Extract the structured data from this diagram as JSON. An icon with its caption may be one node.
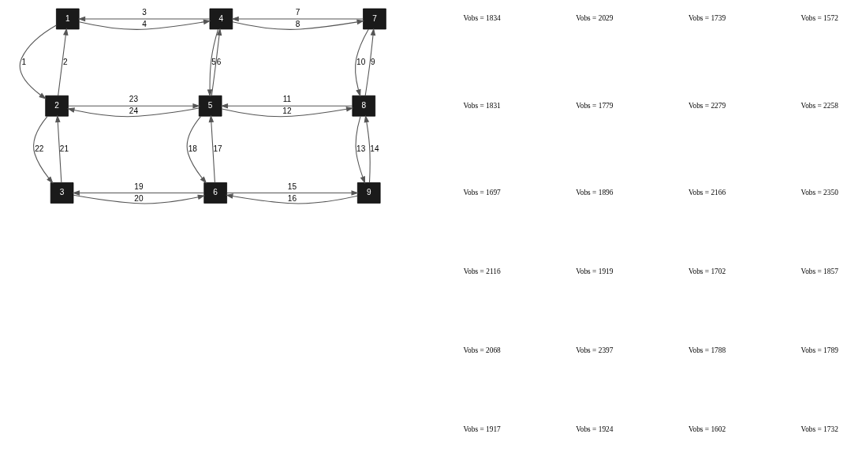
{
  "diagram": {
    "nodes": [
      {
        "text": [
          "1"
        ]
      },
      {
        "text": [
          "2"
        ]
      },
      {
        "text": [
          "3"
        ]
      },
      {
        "text": [
          "4"
        ]
      },
      {
        "text": [
          "5"
        ]
      },
      {
        "text": [
          "6"
        ]
      },
      {
        "text": [
          "7"
        ]
      },
      {
        "text": [
          "8"
        ]
      },
      {
        "text": [
          "9"
        ]
      }
    ],
    "edges": [
      {
        "from": 0,
        "to": 1,
        "arrow": "to",
        "label": "1"
      },
      {
        "from": 1,
        "to": 0,
        "arrow": "to",
        "label": "2"
      },
      {
        "from": 3,
        "to": 0,
        "arrow": "to",
        "label": "3"
      },
      {
        "from": 0,
        "to": 3,
        "arrow": "to",
        "label": "4"
      },
      {
        "from": 3,
        "to": 4,
        "arrow": "to",
        "label": "5"
      },
      {
        "from": 4,
        "to": 3,
        "arrow": "to",
        "label": "6"
      },
      {
        "from": 6,
        "to": 3,
        "arrow": "to",
        "label": "7"
      },
      {
        "from": 3,
        "to": 6,
        "arrow": "to",
        "label": "8"
      },
      {
        "from": 7,
        "to": 6,
        "arrow": "to",
        "label": "9"
      },
      {
        "from": 6,
        "to": 7,
        "arrow": "to",
        "label": "10"
      },
      {
        "from": 7,
        "to": 4,
        "arrow": "to",
        "label": "11"
      },
      {
        "from": 4,
        "to": 7,
        "arrow": "to",
        "label": "12"
      },
      {
        "from": 7,
        "to": 8,
        "arrow": "to",
        "label": "13"
      },
      {
        "from": 8,
        "to": 7,
        "arrow": "to",
        "label": "14"
      },
      {
        "from": 5,
        "to": 8,
        "arrow": "to",
        "label": "15"
      },
      {
        "from": 8,
        "to": 5,
        "arrow": "to",
        "label": "16"
      },
      {
        "from": 5,
        "to": 4,
        "arrow": "to",
        "label": "17"
      },
      {
        "from": 4,
        "to": 5,
        "arrow": "to",
        "label": "18"
      },
      {
        "from": 5,
        "to": 2,
        "arrow": "to",
        "label": "19"
      },
      {
        "from": 2,
        "to": 5,
        "arrow": "to",
        "label": "20"
      },
      {
        "from": 2,
        "to": 1,
        "arrow": "to",
        "label": "21"
      },
      {
        "from": 1,
        "to": 2,
        "arrow": "to",
        "label": "22"
      },
      {
        "from": 1,
        "to": 4,
        "arrow": "to",
        "label": "23"
      },
      {
        "from": 4,
        "to": 1,
        "arrow": "to",
        "label": "24"
      }
    ],
    "labels": [
      "Vobs = 1834",
      "Vobs = 2029",
      "Vobs = 1739",
      "Vobs = 1572",
      "Vobs = 1831",
      "Vobs = 1779",
      "Vobs = 2279",
      "Vobs = 2258",
      "Vobs = 1697",
      "Vobs = 1896",
      "Vobs = 2166",
      "Vobs = 2350",
      "Vobs = 2116",
      "Vobs = 1919",
      "Vobs = 1702",
      "Vobs = 1857",
      "Vobs = 2068",
      "Vobs = 2397",
      "Vobs = 1788",
      "Vobs = 1789",
      "Vobs = 1917",
      "Vobs = 1924",
      "Vobs = 1602",
      "Vobs = 1732"
    ]
  }
}
